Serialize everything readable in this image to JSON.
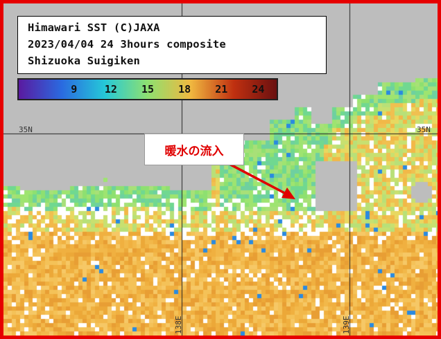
{
  "map": {
    "title_lines": [
      "Himawari SST (C)JAXA",
      "2023/04/04 24 3hours composite",
      "Shizuoka Suigiken"
    ],
    "colorbar": {
      "labels": [
        "9",
        "12",
        "15",
        "18",
        "21",
        "24"
      ],
      "colors": [
        "#5a1aa0",
        "#2a6ae0",
        "#25c8d8",
        "#8ee070",
        "#f0b840",
        "#c03010",
        "#6a1010"
      ]
    },
    "grid_labels": {
      "lat_left": "35N",
      "lat_right": "35N",
      "lon_1": "138E",
      "lon_2": "139E"
    },
    "annotation": "暖水の流入",
    "colors": {
      "frame": "#e60000",
      "land": "#bdbdbd",
      "arrow": "#e00000",
      "warm_water": "#f0b040",
      "cool_water": "#8ee070"
    }
  }
}
